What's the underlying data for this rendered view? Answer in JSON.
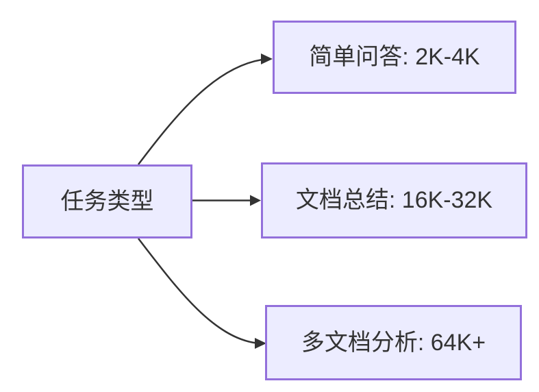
{
  "diagram": {
    "root": {
      "label": "任务类型"
    },
    "branches": [
      {
        "label": "简单问答: 2K-4K"
      },
      {
        "label": "文档总结: 16K-32K"
      },
      {
        "label": "多文档分析: 64K+"
      }
    ]
  },
  "colors": {
    "node_fill": "#ECECFF",
    "node_border": "#9370DB",
    "edge": "#333333",
    "text": "#333333",
    "background": "#FFFFFF"
  }
}
